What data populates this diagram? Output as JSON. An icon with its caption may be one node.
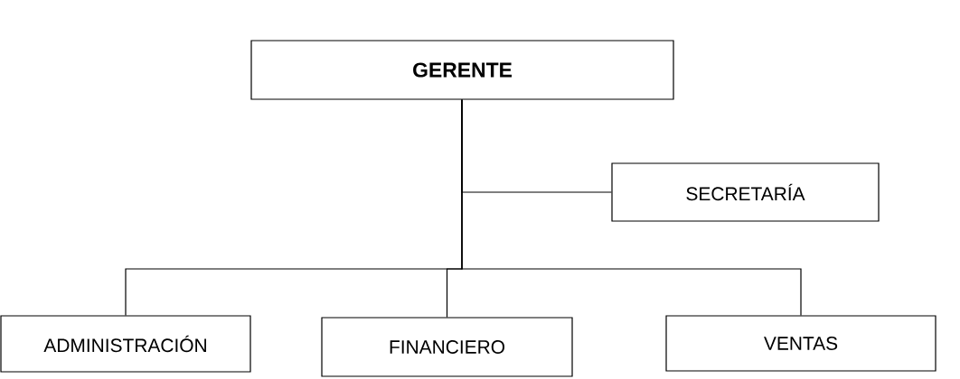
{
  "diagram": {
    "nodes": [
      {
        "text": [
          "GERENTE"
        ]
      },
      {
        "text": [
          "SECRETARÍA"
        ]
      },
      {
        "text": [
          "ADMINISTRACIÓN"
        ]
      },
      {
        "text": [
          "FINANCIERO"
        ]
      },
      {
        "text": [
          "VENTAS"
        ]
      }
    ],
    "edges": [
      {
        "from": 0,
        "to": 1,
        "arrow": "none"
      },
      {
        "from": 0,
        "to": 2,
        "arrow": "none"
      },
      {
        "from": 0,
        "to": 3,
        "arrow": "none"
      },
      {
        "from": 0,
        "to": 4,
        "arrow": "none"
      }
    ]
  }
}
